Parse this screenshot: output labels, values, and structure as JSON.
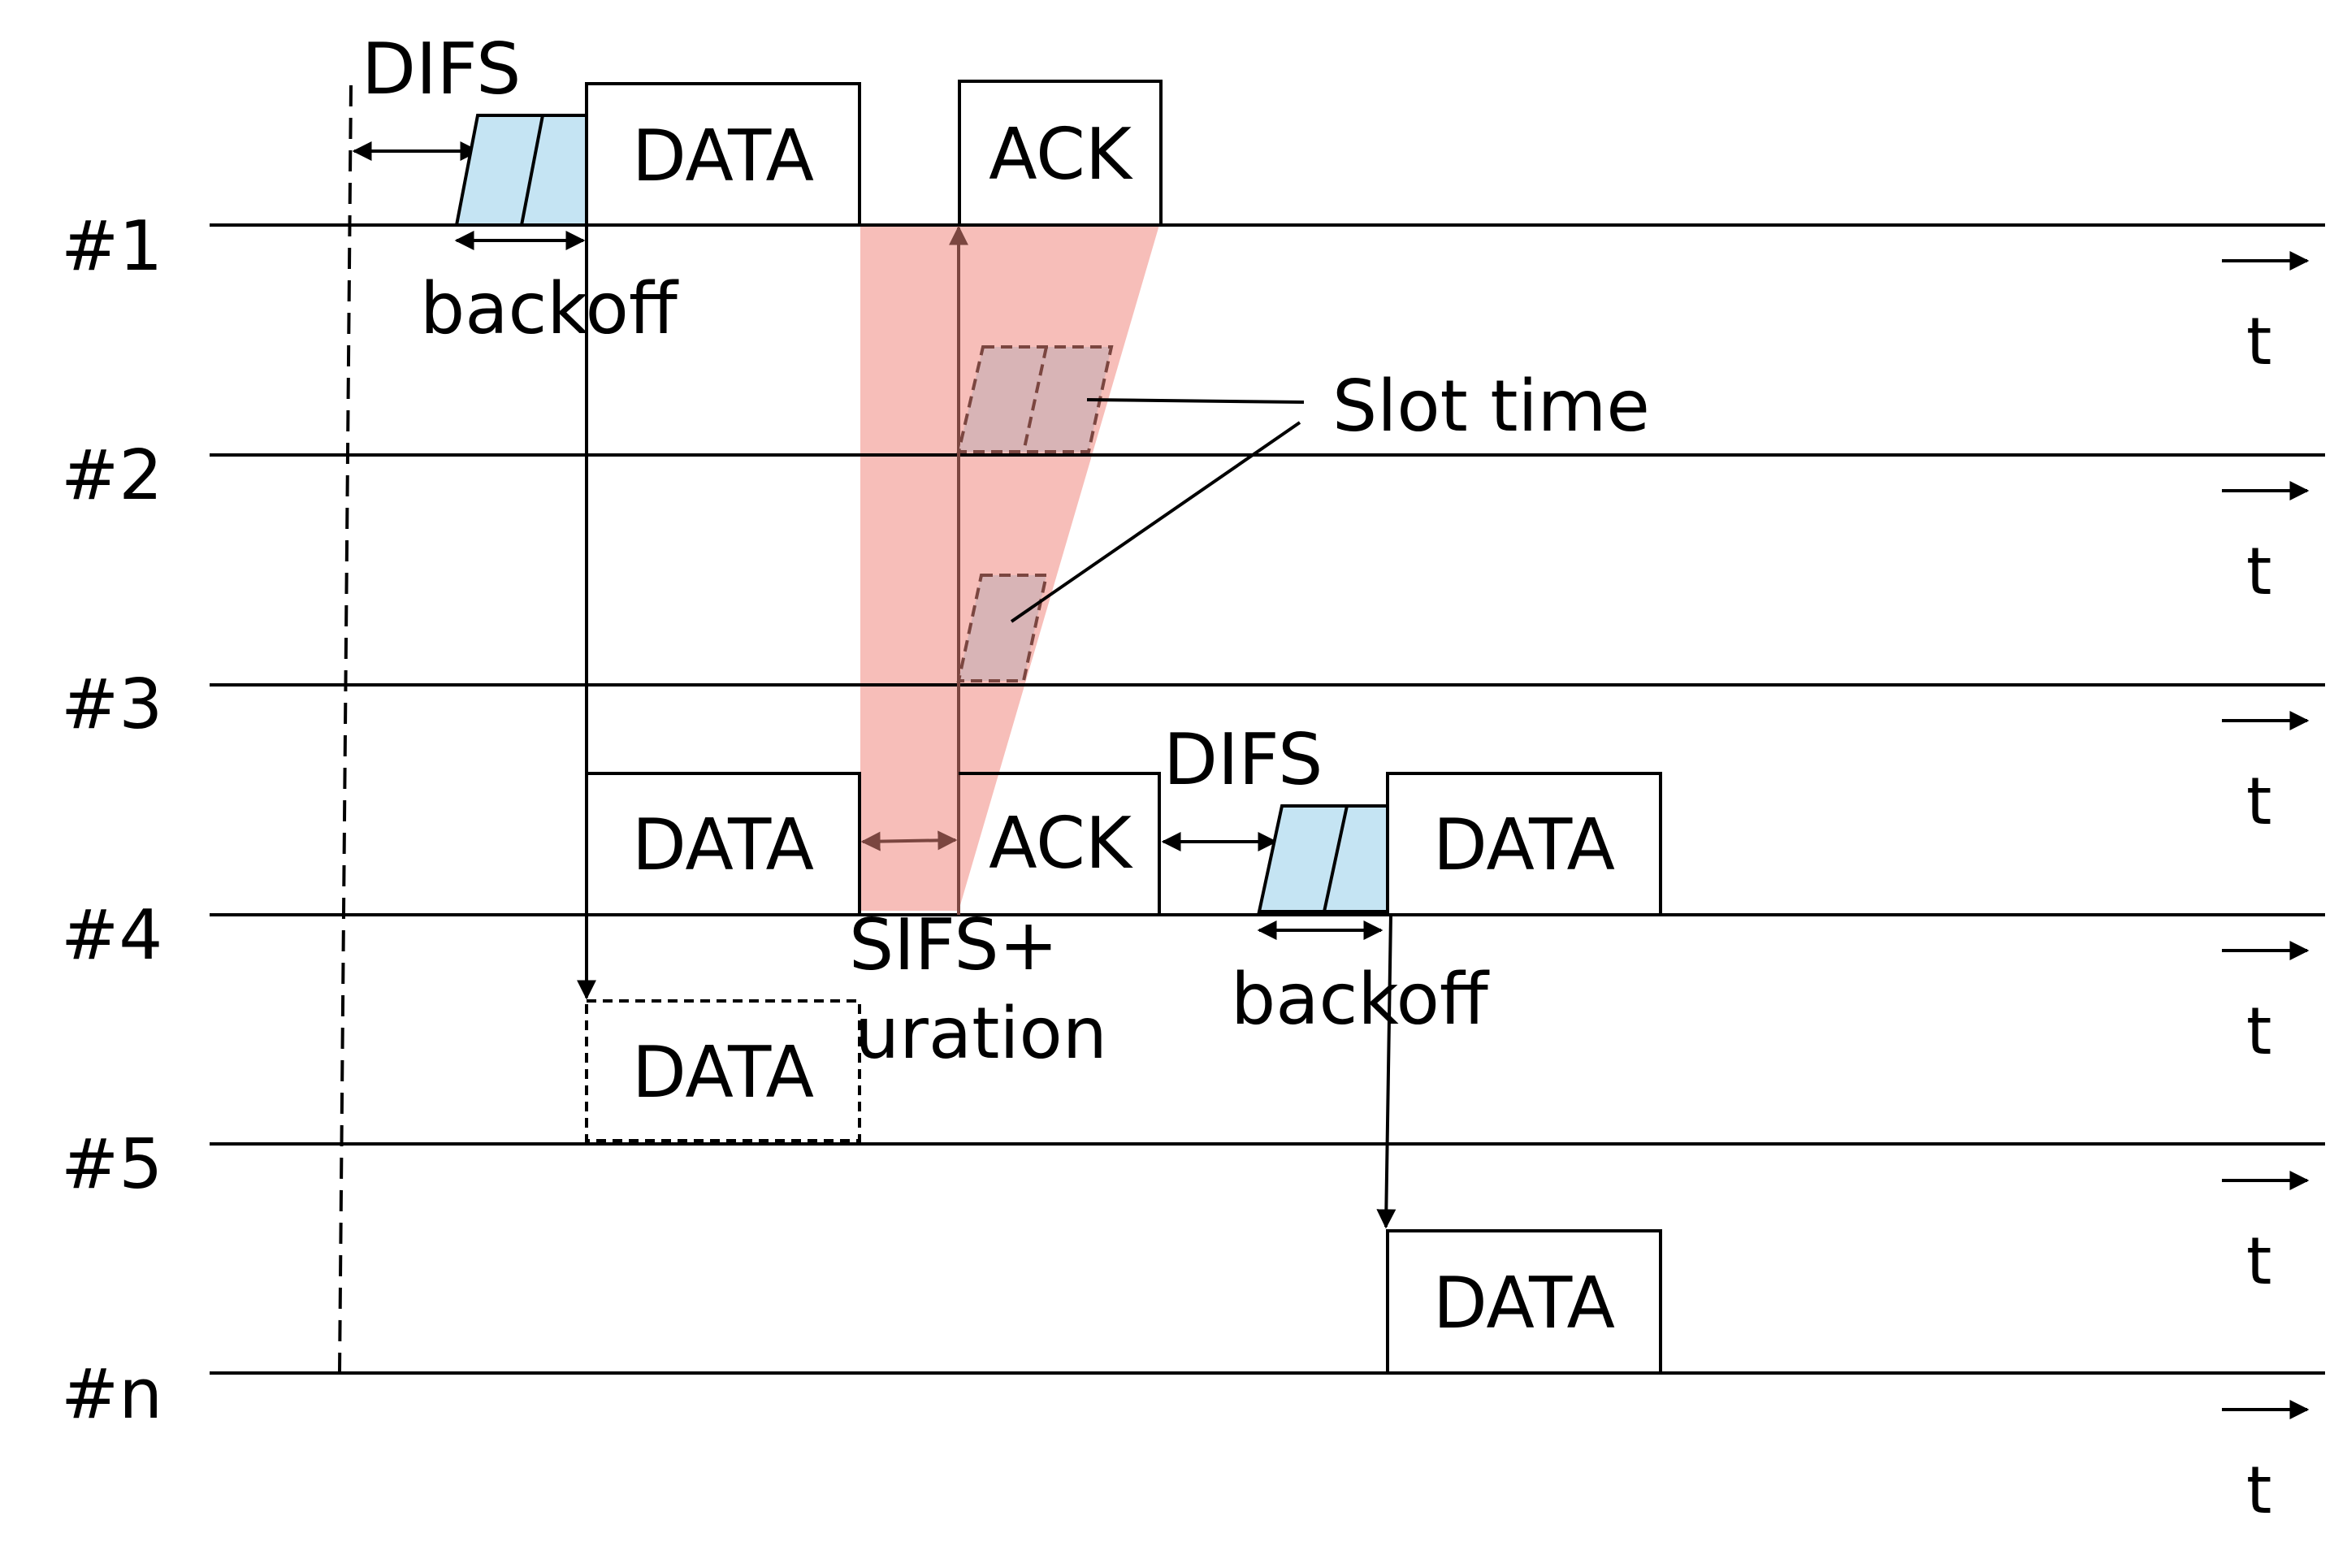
{
  "stations": [
    "#1",
    "#2",
    "#3",
    "#4",
    "#5",
    "#n"
  ],
  "time_axis_label": "t",
  "frames": {
    "data": "DATA",
    "ack": "ACK"
  },
  "labels": {
    "difs_top": "DIFS",
    "difs_mid": "DIFS",
    "backoff_top": "backoff",
    "backoff_mid": "backoff",
    "slot_time": "Slot time",
    "sifs_line1": "SIFS+",
    "sifs_line2": "Duration"
  },
  "colors": {
    "line": "#000000",
    "backoff_fill": "#c5e4f3",
    "nav_fill": "#f6b3ad",
    "slot_fill": "#d8b4b6",
    "brown_arrow": "#7b4640"
  }
}
